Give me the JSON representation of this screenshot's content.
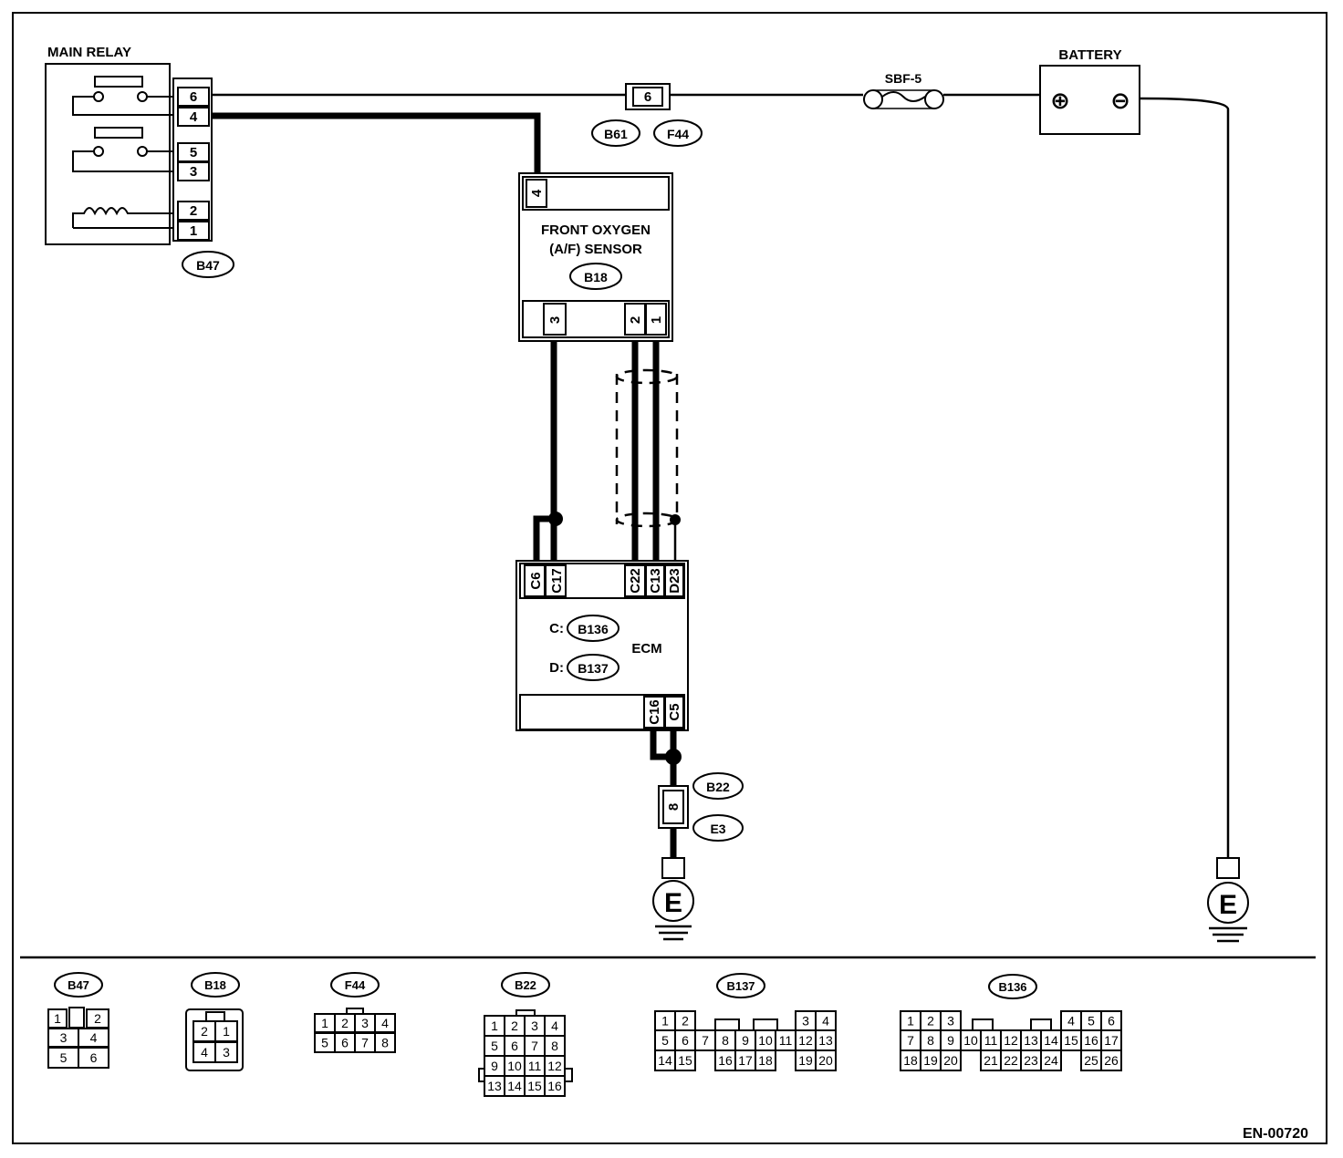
{
  "diagram_code": "EN-00720",
  "components": {
    "main_relay": {
      "label": "MAIN RELAY",
      "connector": "B47",
      "pins": [
        "6",
        "4",
        "5",
        "3",
        "2",
        "1"
      ]
    },
    "battery": {
      "label": "BATTERY",
      "plus_symbol": "⊕",
      "minus_symbol": "⊖"
    },
    "fuse": {
      "label": "SBF-5"
    },
    "joint_connector": {
      "pin": "6",
      "ids": [
        "B61",
        "F44"
      ]
    },
    "oxygen_sensor": {
      "line1": "FRONT OXYGEN",
      "line2": "(A/F) SENSOR",
      "connector": "B18",
      "top_pin": "4",
      "bottom_pins": [
        "3",
        "2",
        "1"
      ]
    },
    "ecm": {
      "label": "ECM",
      "c_prefix": "C:",
      "c_connector": "B136",
      "d_prefix": "D:",
      "d_connector": "B137",
      "top_pins": [
        "C6",
        "C17",
        "C22",
        "C13",
        "D23"
      ],
      "bottom_pins": [
        "C16",
        "C5"
      ]
    },
    "ground_joint": {
      "pin": "8",
      "ids": [
        "B22",
        "E3"
      ]
    },
    "ground_symbol": "E"
  },
  "connector_views": [
    {
      "id": "B47",
      "pins": [
        "1",
        "2",
        "3",
        "4",
        "5",
        "6"
      ]
    },
    {
      "id": "B18",
      "pins": [
        "2",
        "1",
        "4",
        "3"
      ]
    },
    {
      "id": "F44",
      "pins": [
        "1",
        "2",
        "3",
        "4",
        "5",
        "6",
        "7",
        "8"
      ]
    },
    {
      "id": "B22",
      "pins": [
        "1",
        "2",
        "3",
        "4",
        "5",
        "6",
        "7",
        "8",
        "9",
        "10",
        "11",
        "12",
        "13",
        "14",
        "15",
        "16"
      ]
    },
    {
      "id": "B137",
      "pins": [
        "1",
        "2",
        "3",
        "4",
        "5",
        "6",
        "7",
        "8",
        "9",
        "10",
        "11",
        "12",
        "13",
        "14",
        "15",
        "16",
        "17",
        "18",
        "19",
        "20"
      ]
    },
    {
      "id": "B136",
      "pins": [
        "1",
        "2",
        "3",
        "4",
        "5",
        "6",
        "7",
        "8",
        "9",
        "10",
        "11",
        "12",
        "13",
        "14",
        "15",
        "16",
        "17",
        "18",
        "19",
        "20",
        "21",
        "22",
        "23",
        "24",
        "25",
        "26"
      ]
    }
  ]
}
